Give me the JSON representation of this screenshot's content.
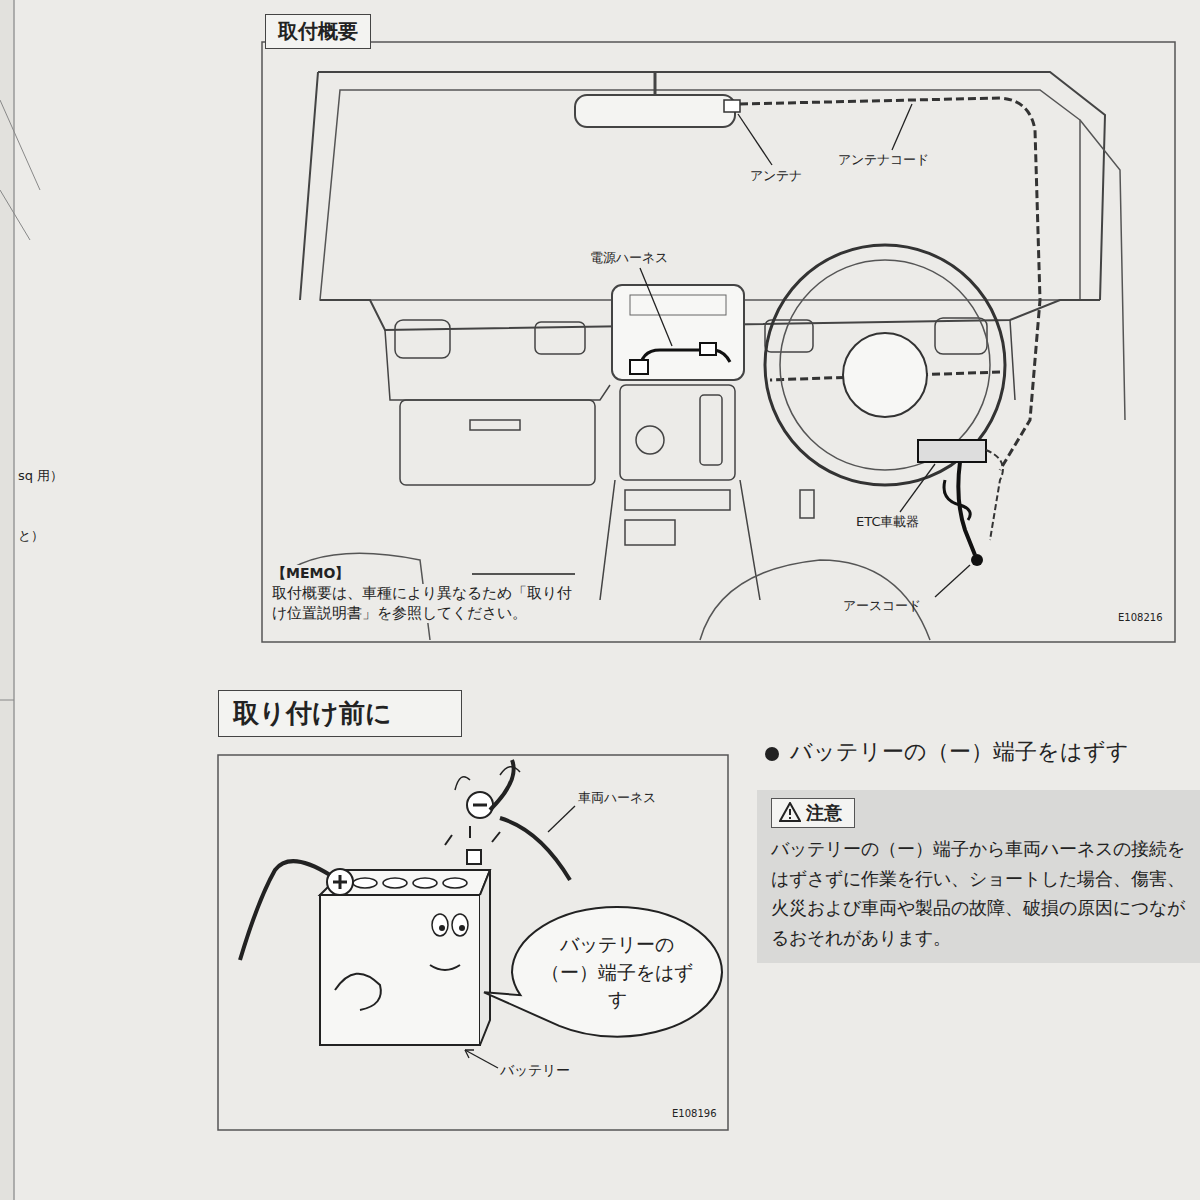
{
  "diagram": {
    "title": "取付概要",
    "nodes": [
      {
        "text": [
          "取り付け前に"
        ]
      },
      {
        "text": [
          "バッテリーの（ー）端子をはずす"
        ]
      },
      {
        "text": [
          "注意",
          "バッテリーの（ー）端子から車両ハーネスの接続をはずさずに作業を行い、ショートした場合、傷害、火災および車両や製品の故障、破損の原因につながるおそれがあります。"
        ]
      }
    ],
    "labels": [
      "sq 用）",
      "と）",
      "アンテナ",
      "アンテナコード",
      "電源ハーネス",
      "ETC車載器",
      "【MEMO】",
      "取付概要は、車種により異なるため「取り付け位置説明書」を参照してください。",
      "アースコード",
      "E108216",
      "車両ハーネス",
      "バッテリー",
      "E108196",
      "バッテリーの（ー）端子をはずす"
    ]
  }
}
